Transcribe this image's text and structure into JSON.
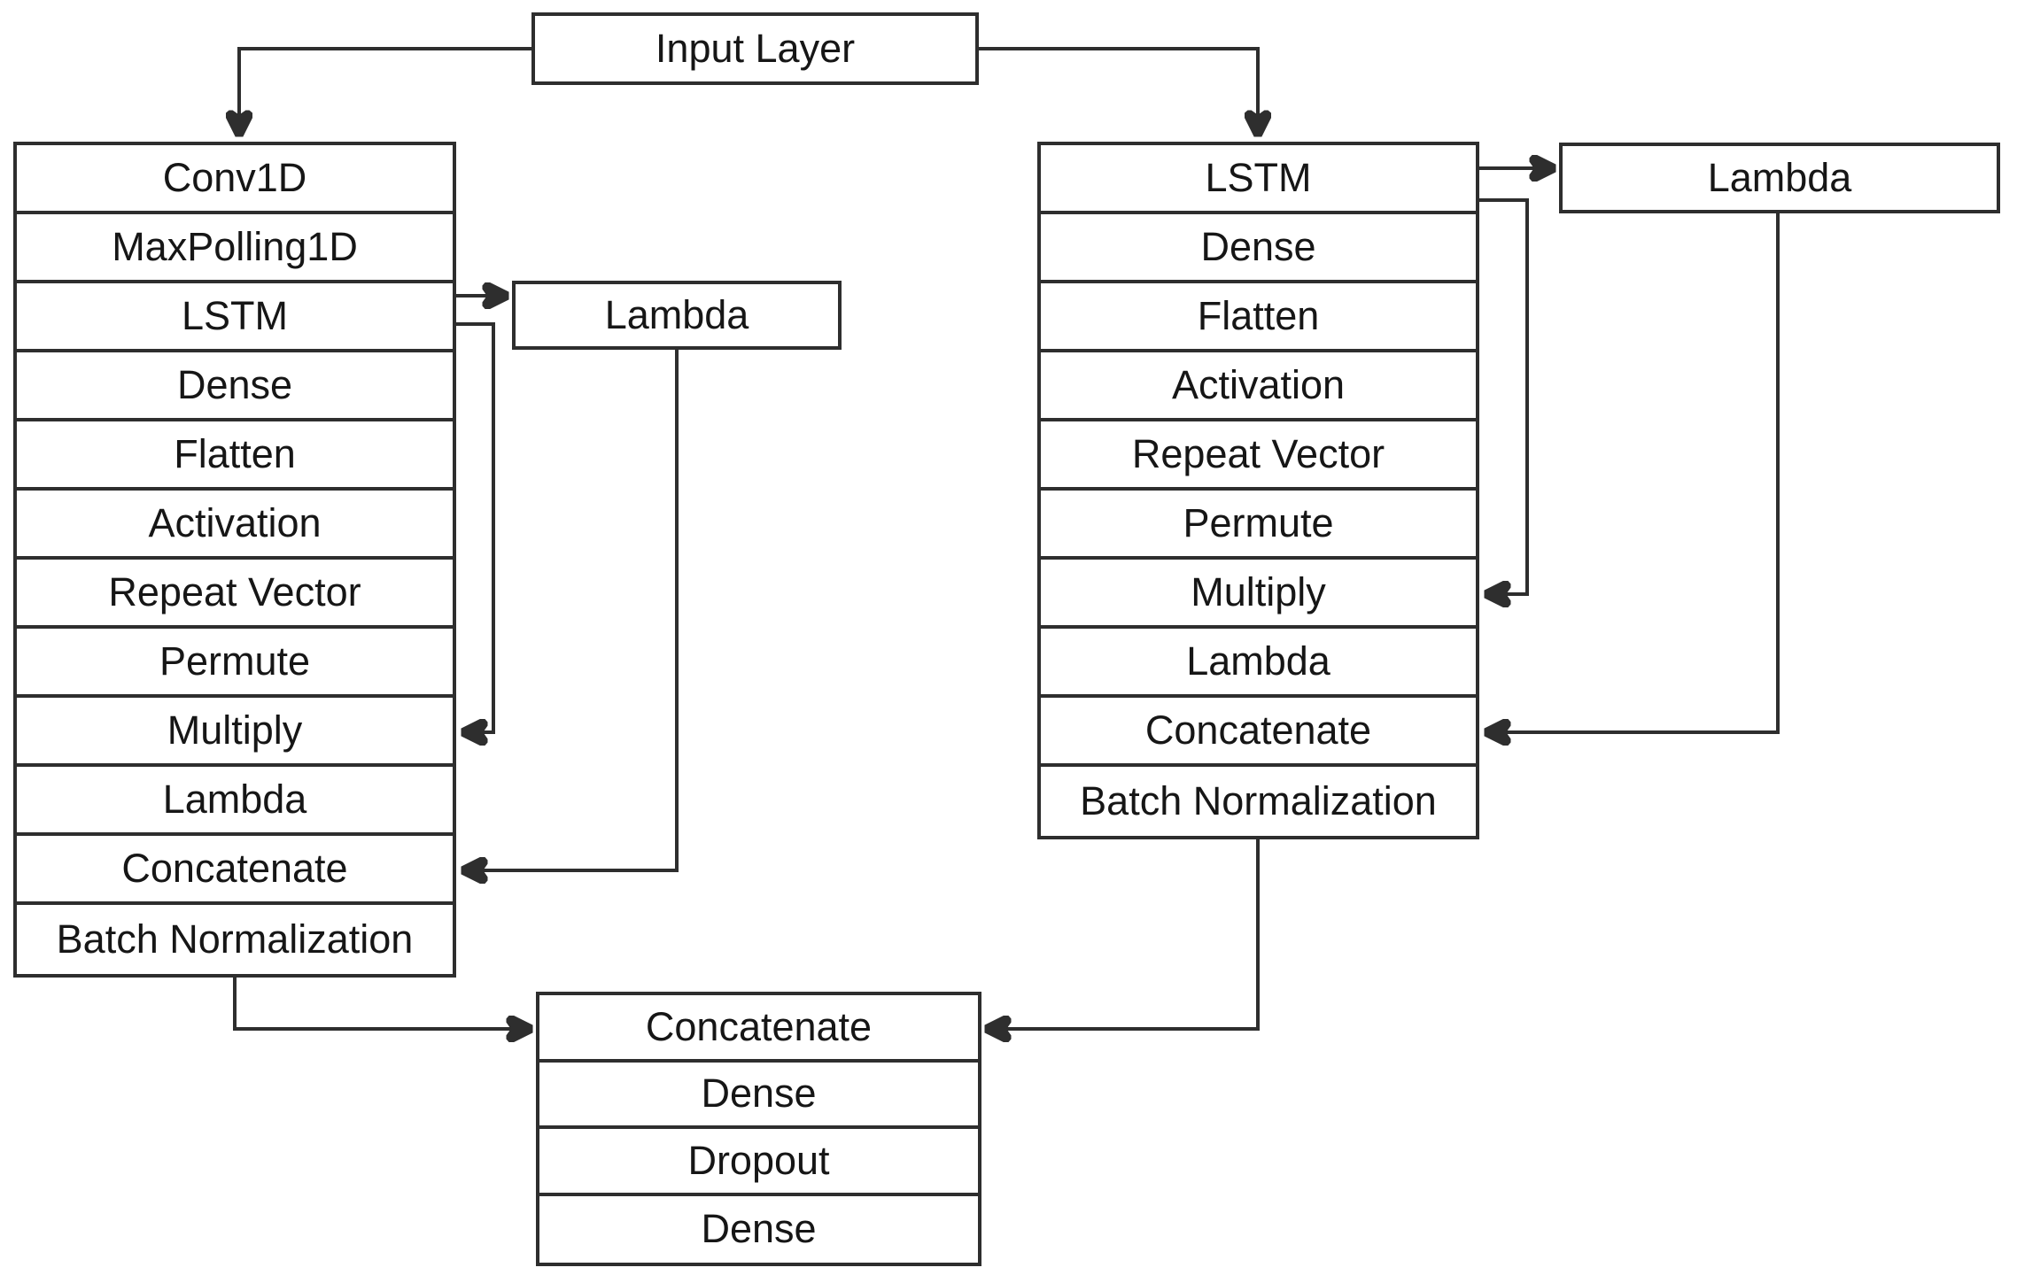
{
  "diagram": {
    "input_box": {
      "label": "Input Layer"
    },
    "left_branch": {
      "rows": [
        "Conv1D",
        "MaxPolling1D",
        "LSTM",
        "Dense",
        "Flatten",
        "Activation",
        "Repeat Vector",
        "Permute",
        "Multiply",
        "Lambda",
        "Concatenate",
        "Batch Normalization"
      ]
    },
    "left_lambda": {
      "label": "Lambda"
    },
    "right_branch": {
      "rows": [
        "LSTM",
        "Dense",
        "Flatten",
        "Activation",
        "Repeat Vector",
        "Permute",
        "Multiply",
        "Lambda",
        "Concatenate",
        "Batch Normalization"
      ]
    },
    "right_lambda": {
      "label": "Lambda"
    },
    "output_block": {
      "rows": [
        "Concatenate",
        "Dense",
        "Dropout",
        "Dense"
      ]
    },
    "edges": [
      "Input Layer -> Conv1D (left branch)",
      "Input Layer -> LSTM (right branch)",
      "LSTM (left) -> Lambda (left)",
      "LSTM (left) -> Multiply (left)",
      "Lambda (left) -> Concatenate (left)",
      "LSTM (right) -> Lambda (right)",
      "LSTM (right) -> Multiply (right)",
      "Lambda (right) -> Concatenate (right)",
      "Batch Normalization (left) -> Concatenate (output)",
      "Batch Normalization (right) -> Concatenate (output)"
    ],
    "colors": {
      "line": "#2e2e2e",
      "box_background": "#ffffff",
      "text": "#161616",
      "page_background": "#ffffff"
    }
  }
}
